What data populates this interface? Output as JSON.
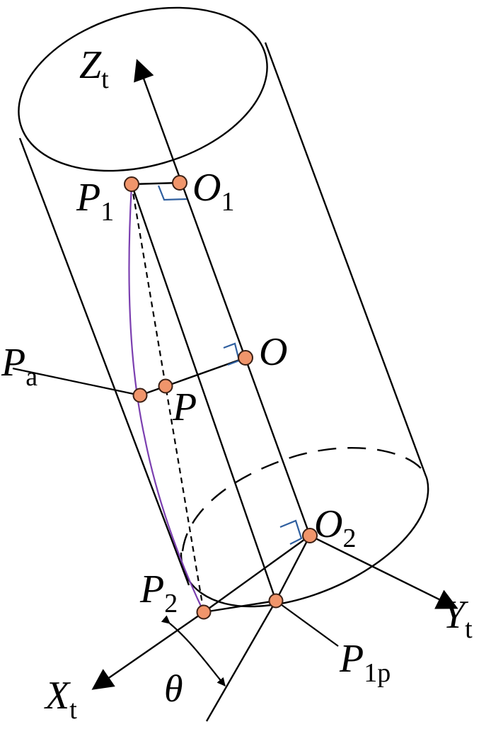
{
  "colors": {
    "line": "#000000",
    "point_fill": "#f0956b",
    "point_stroke": "#3a1f14",
    "arc": "#7b3fb0",
    "right_angle": "#2f5f9f",
    "background": "#ffffff"
  },
  "labels": {
    "zt": {
      "main": "Z",
      "sub": "t"
    },
    "yt": {
      "main": "Y",
      "sub": "t"
    },
    "xt": {
      "main": "X",
      "sub": "t"
    },
    "o1": {
      "main": "O",
      "sub": "1"
    },
    "o2": {
      "main": "O",
      "sub": "2"
    },
    "o": {
      "main": "O"
    },
    "p1": {
      "main": "P",
      "sub": "1"
    },
    "p2": {
      "main": "P",
      "sub": "2"
    },
    "pa": {
      "main": "P",
      "sub": "a"
    },
    "p": {
      "main": "P"
    },
    "p1p": {
      "main": "P",
      "sub": "1p"
    },
    "theta": {
      "main": "θ"
    }
  }
}
